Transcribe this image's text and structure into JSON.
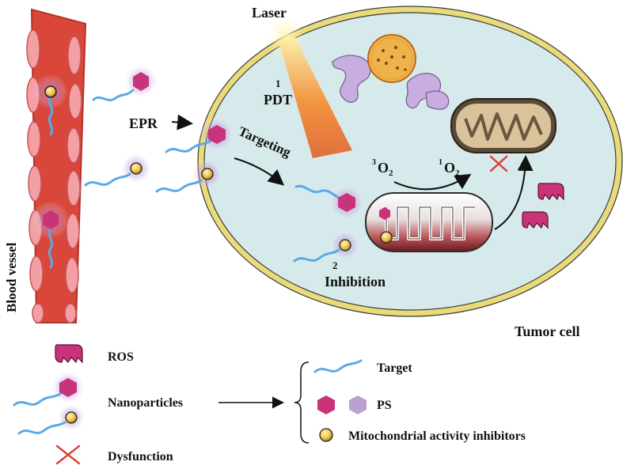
{
  "labels": {
    "laser": "Laser",
    "pdt_number": "1",
    "pdt": "PDT",
    "epr": "EPR",
    "targeting": "Targeting",
    "inhibition_number": "2",
    "inhibition": "Inhibition",
    "o2_triplet_sup": "3",
    "o2_triplet": "O",
    "o2_triplet_sub": "2",
    "o2_singlet_sup": "1",
    "o2_singlet": "O",
    "o2_singlet_sub": "2",
    "tumor_cell": "Tumor cell",
    "blood_vessel": "Blood vessel"
  },
  "legend_left": {
    "ros": "ROS",
    "nanoparticles": "Nanoparticles",
    "dysfunction": "Dysfunction"
  },
  "legend_right": {
    "target": "Target",
    "ps": "PS",
    "inhibitors": "Mitochondrial activity inhibitors"
  },
  "colors": {
    "vessel": "#d9463a",
    "vessel_cells": "#f2a0a3",
    "cell_fill": "#d6eaeb",
    "cell_membrane": "#eadb7a",
    "ps_magenta": "#c8337a",
    "ps_lilac": "#b9a2d1",
    "inhibitor_gold": "#f0c64a",
    "target_wave": "#5aa9e6",
    "dysfunction_red": "#d9443a",
    "laser": "#f47a2a",
    "golgi": "#c8aee0"
  }
}
